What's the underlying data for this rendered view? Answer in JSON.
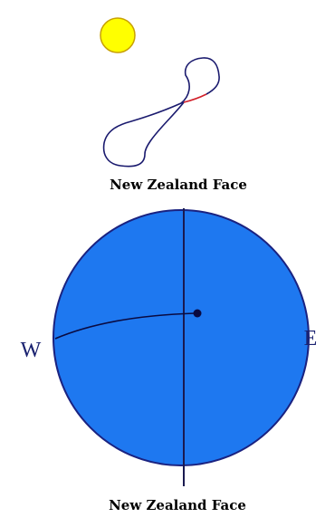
{
  "captions": {
    "top": "New Zealand Face",
    "bottom": "New Zealand Face"
  },
  "labels": {
    "west": "W",
    "east": "E"
  },
  "colors": {
    "sun": "#ffff00",
    "sun_outline": "#c8a000",
    "globe_fill": "#1e78f0",
    "globe_outline": "#1a2280",
    "analemma_navy": "#1a1a6e",
    "analemma_red": "#d2202a",
    "axis": "#1a1a50",
    "path": "#0a0a40"
  },
  "icons": {
    "sun": "sun-icon",
    "analemma": "analemma-figure-eight",
    "globe": "globe-circle"
  }
}
